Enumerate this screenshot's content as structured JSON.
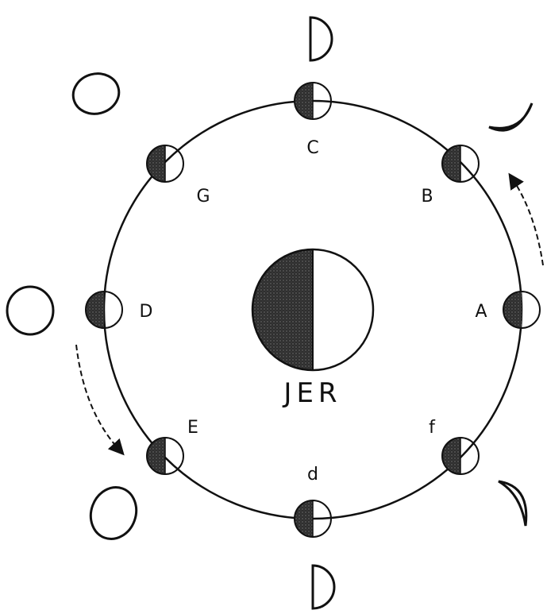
{
  "center": {
    "label": "JER"
  },
  "positions": [
    {
      "id": "A",
      "label": "A"
    },
    {
      "id": "B",
      "label": "B"
    },
    {
      "id": "C",
      "label": "C"
    },
    {
      "id": "G",
      "label": "G"
    },
    {
      "id": "D",
      "label": "D"
    },
    {
      "id": "E",
      "label": "E"
    },
    {
      "id": "d",
      "label": "d"
    },
    {
      "id": "f",
      "label": "f"
    }
  ],
  "colors": {
    "ink": "#111111",
    "shade": "#3a3a3a",
    "paper": "#ffffff"
  }
}
